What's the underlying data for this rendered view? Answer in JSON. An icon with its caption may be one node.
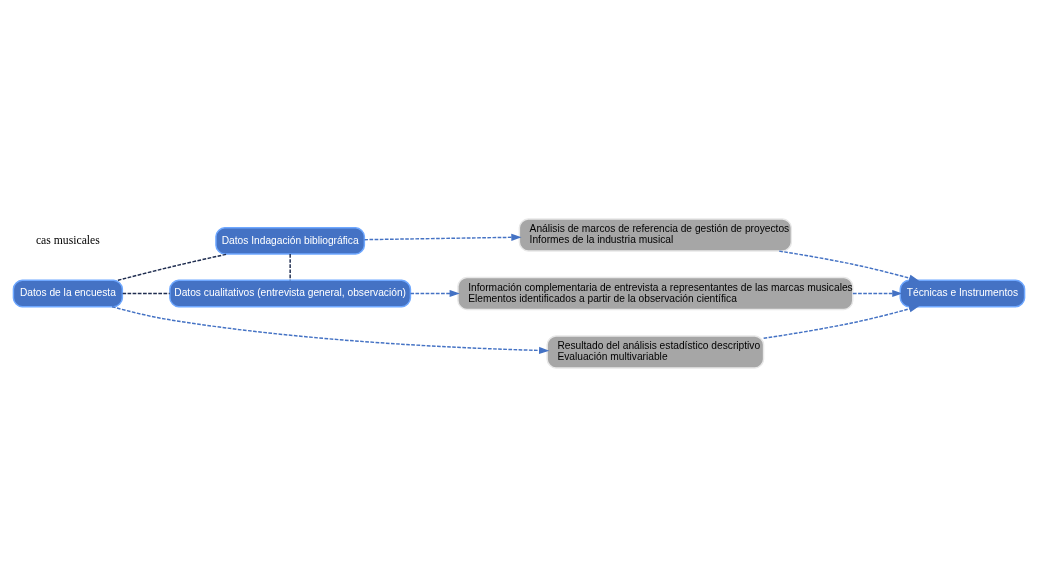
{
  "diagram": {
    "nodes": [
      {
        "text": [
          "Datos Indagación bibliográfica"
        ]
      },
      {
        "text": [
          "Análisis de marcos de referencia de gestión de proyectos",
          "Informes de la industria musical"
        ]
      },
      {
        "text": [
          "Datos de la encuesta"
        ]
      },
      {
        "text": [
          "Resultado del análisis estadístico descriptivo",
          "Evaluación multivariable"
        ]
      },
      {
        "text": [
          "Datos cualitativos (entrevista general, observación)"
        ]
      },
      {
        "text": [
          "Información complementaria de entrevista a representantes de las marcas musicales",
          "Elementos identificados a partir de la observación científica"
        ]
      },
      {
        "text": [
          "Técnicas e Instrumentos"
        ]
      }
    ],
    "edges": [
      {
        "from": 2,
        "to": 0,
        "arrow": "none",
        "style": "dashed",
        "color": "#1f2d50"
      },
      {
        "from": 0,
        "to": 4,
        "arrow": "none",
        "style": "dashed",
        "color": "#1f2d50"
      },
      {
        "from": 2,
        "to": 4,
        "arrow": "none",
        "style": "dashed",
        "color": "#1f2d50"
      },
      {
        "from": 0,
        "to": 1,
        "arrow": "to",
        "style": "dashed"
      },
      {
        "from": 2,
        "to": 3,
        "arrow": "to",
        "style": "dashed"
      },
      {
        "from": 4,
        "to": 5,
        "arrow": "to",
        "style": "dashed"
      },
      {
        "from": 1,
        "to": 6,
        "arrow": "to",
        "style": "dashed"
      },
      {
        "from": 3,
        "to": 6,
        "arrow": "to",
        "style": "dashed"
      },
      {
        "from": 5,
        "to": 6,
        "arrow": "to",
        "style": "dashed"
      }
    ],
    "labels": [
      "cas musicales"
    ]
  }
}
